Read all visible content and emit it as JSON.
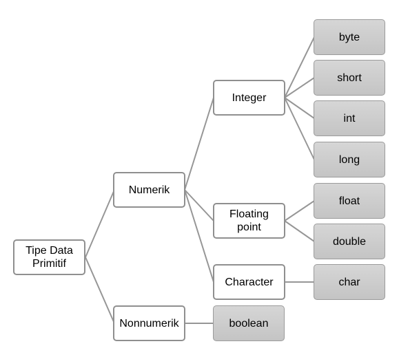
{
  "root": {
    "label": "Tipe Data Primitif"
  },
  "numerik": {
    "label": "Numerik"
  },
  "nonnumerik": {
    "label": "Nonnumerik"
  },
  "integer": {
    "label": "Integer"
  },
  "floating": {
    "label": "Floating point"
  },
  "character": {
    "label": "Character"
  },
  "leaves": {
    "byte": "byte",
    "short": "short",
    "int": "int",
    "long": "long",
    "float": "float",
    "double": "double",
    "char": "char",
    "boolean": "boolean"
  },
  "colors": {
    "node_fill": "#ffffff",
    "node_border": "#8f8f8f",
    "leaf_fill": "#cccccc",
    "connector": "#969696"
  }
}
